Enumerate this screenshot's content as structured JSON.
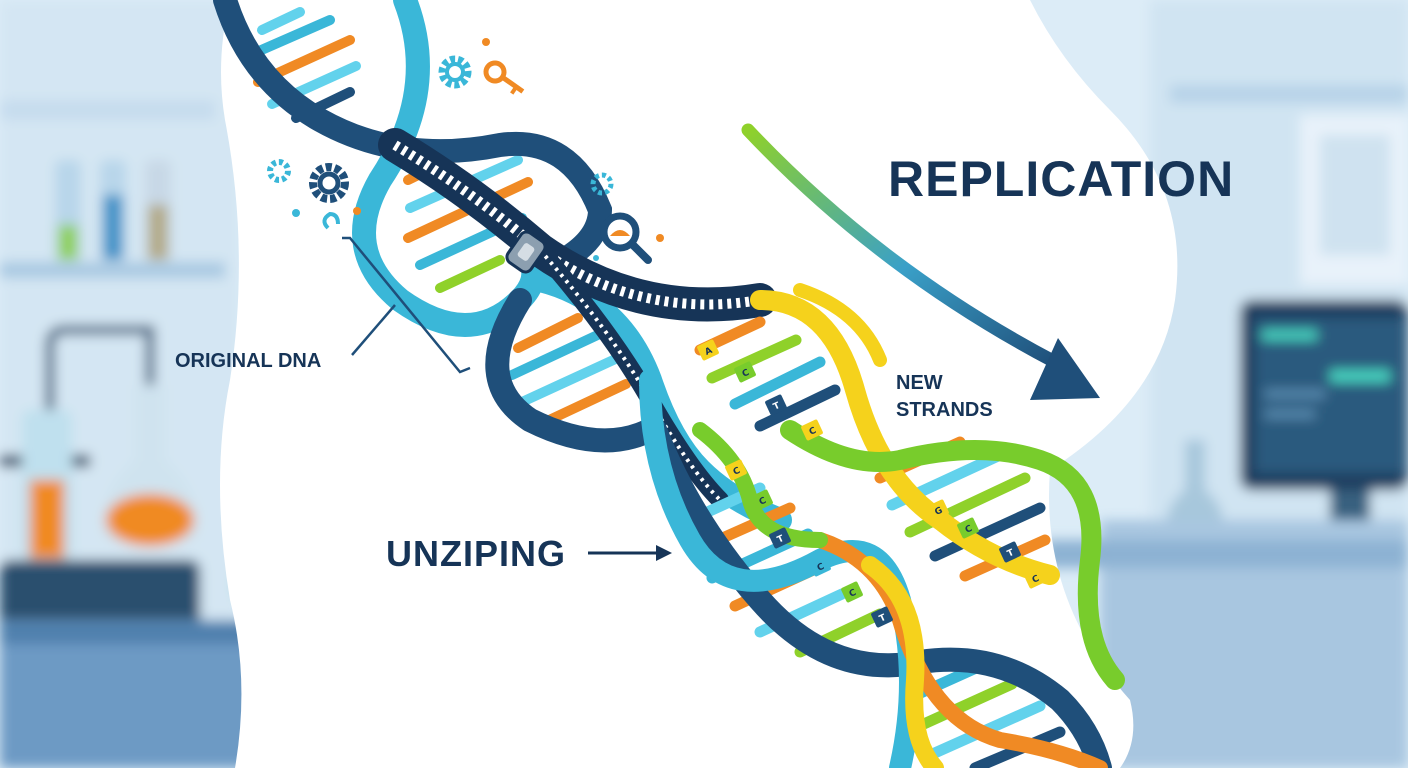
{
  "title": "REPLICATION",
  "labels": {
    "original_dna": "ORIGINAL DNA",
    "new_strands_line1": "NEW",
    "new_strands_line2": "STRANDS",
    "unzipping": "UNZIPING"
  },
  "base_letters": [
    "A",
    "C",
    "T",
    "C",
    "C",
    "C",
    "T",
    "C",
    "C",
    "T",
    "G",
    "C",
    "T",
    "C"
  ],
  "colors": {
    "navy": "#1f4f7a",
    "dark_navy": "#163457",
    "teal": "#3ab7d8",
    "cyan_light": "#62d2ec",
    "orange": "#f08a24",
    "green": "#78cc2c",
    "yellow": "#f5d21c",
    "background_blue": "#d8eaf6"
  },
  "icons": [
    "gear-icon",
    "key-icon",
    "magnifier-icon",
    "clamp-icon"
  ]
}
